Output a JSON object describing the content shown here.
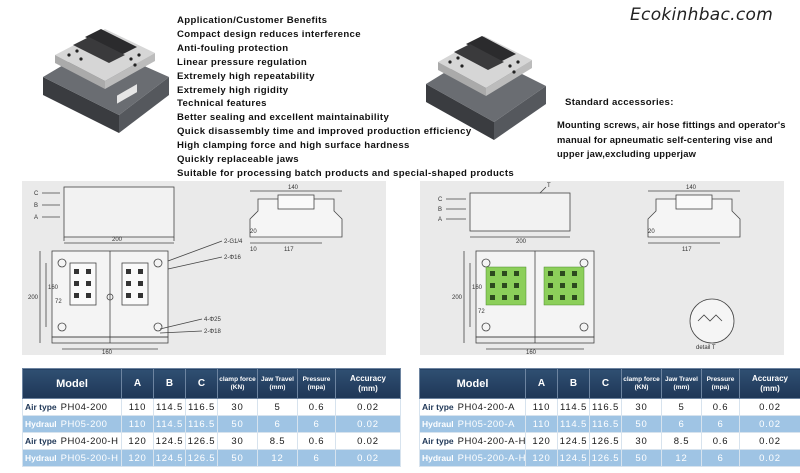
{
  "brand": "Ecokinhbac.com",
  "benefits": [
    "Application/Customer Benefits",
    "Compact design reduces interference",
    "Anti-fouling protection",
    "Linear pressure regulation",
    "Extremely high repeatability",
    "Extremely high rigidity",
    "Technical features",
    "Better sealing and excellent maintainability",
    "Quick disassembly time and improved production efficiency",
    "High clamping force and high surface hardness",
    "Quickly replaceable jaws",
    "Suitable for processing batch products and special-shaped products"
  ],
  "accessories": {
    "title": "Standard accessories:",
    "text": "Mounting screws, air hose fittings and operator's manual for apneumatic self-centering vise and upper jaw,excluding upperjaw"
  },
  "drawing_left": {
    "top_labels": [
      "C",
      "B",
      "A"
    ],
    "width_dim": "200",
    "side_dims": [
      "200",
      "160",
      "72"
    ],
    "bottom_dim": "160",
    "hole_notes": [
      "2-G1/4",
      "2-Φ16",
      "4-Φ25",
      "2-Φ18"
    ],
    "detail_dims": [
      "140",
      "117",
      "20",
      "10"
    ]
  },
  "drawing_right": {
    "top_labels": [
      "C",
      "B",
      "A"
    ],
    "marker": "T",
    "width_dim": "200",
    "side_dims": [
      "200",
      "160",
      "72"
    ],
    "bottom_dim": "160",
    "detail_dims": [
      "140",
      "117",
      "20"
    ],
    "detail_label": "detail T"
  },
  "table_headers": {
    "model": "Model",
    "a": "A",
    "b": "B",
    "c": "C",
    "force": "clamp force",
    "force_unit": "(KN)",
    "travel": "Jaw Travel",
    "travel_unit": "(mm)",
    "pressure": "Pressure",
    "pressure_unit": "(mpa)",
    "accuracy": "Accuracy",
    "accuracy_unit": "(mm)"
  },
  "table_left": [
    {
      "type": "Air type",
      "model": "PH04-200",
      "a": "110",
      "b": "114.5",
      "c": "116.5",
      "force": "30",
      "travel": "5",
      "pressure": "0.6",
      "accuracy": "0.02"
    },
    {
      "type": "Hydraul",
      "model": "PH05-200",
      "a": "110",
      "b": "114.5",
      "c": "116.5",
      "force": "50",
      "travel": "6",
      "pressure": "6",
      "accuracy": "0.02"
    },
    {
      "type": "Air type",
      "model": "PH04-200-H",
      "a": "120",
      "b": "124.5",
      "c": "126.5",
      "force": "30",
      "travel": "8.5",
      "pressure": "0.6",
      "accuracy": "0.02"
    },
    {
      "type": "Hydraul",
      "model": "PH05-200-H",
      "a": "120",
      "b": "124.5",
      "c": "126.5",
      "force": "50",
      "travel": "12",
      "pressure": "6",
      "accuracy": "0.02"
    }
  ],
  "table_right": [
    {
      "type": "Air type",
      "model": "PH04-200-A",
      "a": "110",
      "b": "114.5",
      "c": "116.5",
      "force": "30",
      "travel": "5",
      "pressure": "0.6",
      "accuracy": "0.02"
    },
    {
      "type": "Hydraul",
      "model": "PH05-200-A",
      "a": "110",
      "b": "114.5",
      "c": "116.5",
      "force": "50",
      "travel": "6",
      "pressure": "6",
      "accuracy": "0.02"
    },
    {
      "type": "Air type",
      "model": "PH04-200-A-H",
      "a": "120",
      "b": "124.5",
      "c": "126.5",
      "force": "30",
      "travel": "8.5",
      "pressure": "0.6",
      "accuracy": "0.02"
    },
    {
      "type": "Hydraul",
      "model": "PH05-200-A-H",
      "a": "120",
      "b": "124.5",
      "c": "126.5",
      "force": "50",
      "travel": "12",
      "pressure": "6",
      "accuracy": "0.02"
    }
  ],
  "colors": {
    "header": "#1e3656",
    "hydraulic_row": "#9fc4e4",
    "jaw_green": "#8ccf5a"
  }
}
